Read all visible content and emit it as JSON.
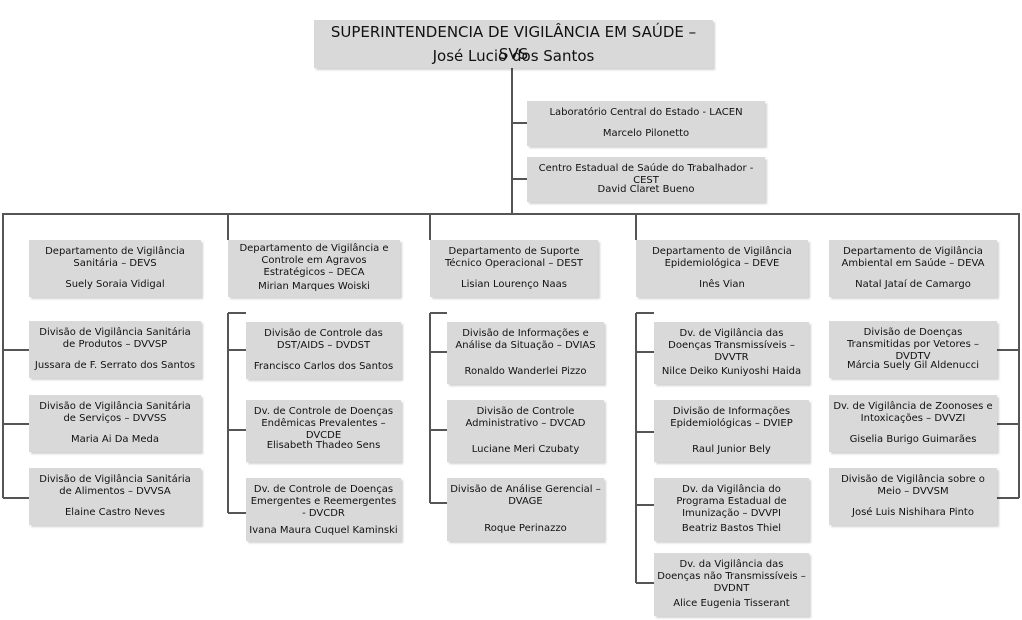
{
  "top": {
    "title": "SUPERINTENDENCIA DE VIGILÂNCIA EM SAÚDE – SVS",
    "name": "José Lucio dos Santos"
  },
  "staff": [
    {
      "title": "Laboratório Central do Estado - LACEN",
      "name": "Marcelo Pilonetto"
    },
    {
      "title": "Centro Estadual de Saúde do Trabalhador - CEST",
      "name": "David Claret Bueno"
    }
  ],
  "columns": [
    {
      "dept": {
        "title": "Departamento de Vigilância Sanitária – DEVS",
        "name": "Suely Soraia Vidigal"
      },
      "divisions": [
        {
          "title": "Divisão de Vigilância Sanitária de Produtos – DVVSP",
          "name": "Jussara de F. Serrato dos Santos"
        },
        {
          "title": "Divisão de Vigilância Sanitária de Serviços – DVVSS",
          "name": "Maria Ai Da Meda"
        },
        {
          "title": "Divisão de Vigilância Sanitária de Alimentos – DVVSA",
          "name": "Elaine Castro Neves"
        }
      ]
    },
    {
      "dept": {
        "title": "Departamento de Vigilância e Controle em Agravos Estratégicos – DECA",
        "name": "Mirian Marques Woiski"
      },
      "divisions": [
        {
          "title": "Divisão de Controle das DST/AIDS – DVDST",
          "name": "Francisco Carlos dos Santos"
        },
        {
          "title": "Dv. de Controle de Doenças Endêmicas Prevalentes – DVCDE",
          "name": "Elisabeth Thadeo Sens"
        },
        {
          "title": "Dv. de Controle de Doenças Emergentes e Reemergentes - DVCDR",
          "name": "Ivana Maura Cuquel Kaminski"
        }
      ]
    },
    {
      "dept": {
        "title": "Departamento de Suporte Técnico Operacional – DEST",
        "name": "Lisian Lourenço Naas"
      },
      "divisions": [
        {
          "title": "Divisão de Informações e Análise da Situação – DVIAS",
          "name": "Ronaldo Wanderlei Pizzo"
        },
        {
          "title": "Divisão de Controle Administrativo – DVCAD",
          "name": "Luciane Meri Czubaty"
        },
        {
          "title": "Divisão de Análise Gerencial – DVAGE",
          "name": "Roque Perinazzo"
        }
      ]
    },
    {
      "dept": {
        "title": "Departamento de Vigilância Epidemiológica – DEVE",
        "name": "Inês Vian"
      },
      "divisions": [
        {
          "title": "Dv. de Vigilância das Doenças Transmissíveis – DVVTR",
          "name": "Nilce Deiko Kuniyoshi Haida"
        },
        {
          "title": "Divisão de Informações Epidemiológicas – DVIEP",
          "name": "Raul Junior Bely"
        },
        {
          "title": "Dv. da Vigilância do Programa Estadual de Imunização – DVVPI",
          "name": "Beatriz Bastos Thiel"
        },
        {
          "title": "Dv. da Vigilância das Doenças não Transmissíveis – DVDNT",
          "name": "Alice Eugenia Tisserant"
        }
      ]
    },
    {
      "dept": {
        "title": "Departamento de Vigilância Ambiental em Saúde – DEVA",
        "name": "Natal Jataí de Camargo"
      },
      "divisions": [
        {
          "title": "Divisão de Doenças Transmitidas por Vetores – DVDTV",
          "name": "Márcia Suely Gil Aldenucci"
        },
        {
          "title": "Dv. de Vigilância de Zoonoses e Intoxicações – DVVZI",
          "name": "Giselia Burigo Guimarães"
        },
        {
          "title": "Divisão de Vigilância sobre o Meio – DVVSM",
          "name": "José Luis Nishihara Pinto"
        }
      ]
    }
  ]
}
